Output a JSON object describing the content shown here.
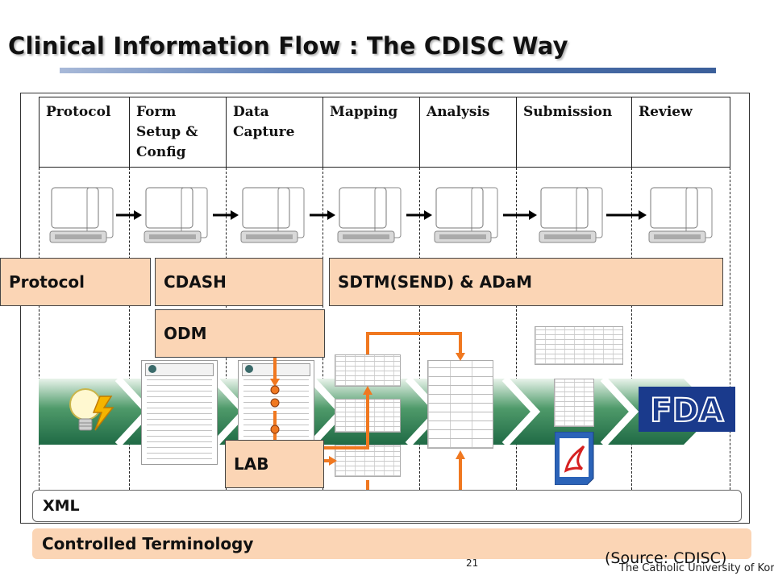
{
  "title": "Clinical Information Flow : The CDISC Way",
  "stages": [
    "Protocol",
    "Form\nSetup &\nConfig",
    "Data\nCapture",
    "Mapping",
    "Analysis",
    "Submission",
    "Review"
  ],
  "labels": {
    "protocol": "Protocol",
    "cdash": "CDASH",
    "sdtm": "SDTM(SEND) & ADaM",
    "odm": "ODM",
    "lab": "LAB"
  },
  "xml": "XML",
  "controlled_terminology": "Controlled Terminology",
  "page_number": "21",
  "source": "(Source: CDISC)",
  "footer": "The Catholic University of Korea,",
  "fda_logo": "FDA",
  "icons": [
    "computer-monitor-icon",
    "lightbulb-lightning-icon",
    "pdf-document-icon",
    "fda-logo"
  ],
  "colors": {
    "label_fill": "#fbd5b5",
    "arrow_orange": "#f07820",
    "band_green": "#2e7d57",
    "fda_blue": "#1a3a8c",
    "title_rule": "#3b5f9a"
  }
}
